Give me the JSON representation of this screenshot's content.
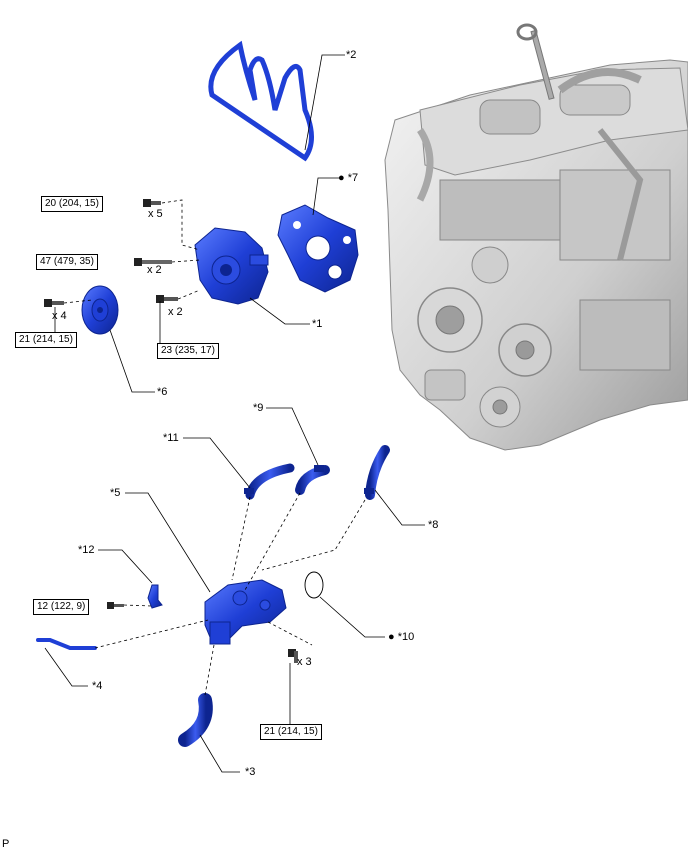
{
  "colors": {
    "part": "#1f3fd6",
    "part_dark": "#0d2490",
    "part_light": "#5a7cff",
    "engine": "#c8c8c8",
    "line": "#000000"
  },
  "torque_specs": {
    "t20": "20 (204, 15)",
    "t47": "47 (479, 35)",
    "t21a": "21 (214, 15)",
    "t23": "23 (235, 17)",
    "t12": "12 (122, 9)",
    "t21b": "21 (214, 15)"
  },
  "quantities": {
    "q5": "x 5",
    "q2a": "x 2",
    "q4": "x 4",
    "q2b": "x 2",
    "q3": "x 3"
  },
  "callouts": {
    "c1": "*1",
    "c2": "*2",
    "c3": "*3",
    "c4": "*4",
    "c5": "*5",
    "c6": "*6",
    "c7": "● *7",
    "c8": "*8",
    "c9": "*9",
    "c10": "● *10",
    "c11": "*11",
    "c12": "*12"
  },
  "corner_mark": "P"
}
